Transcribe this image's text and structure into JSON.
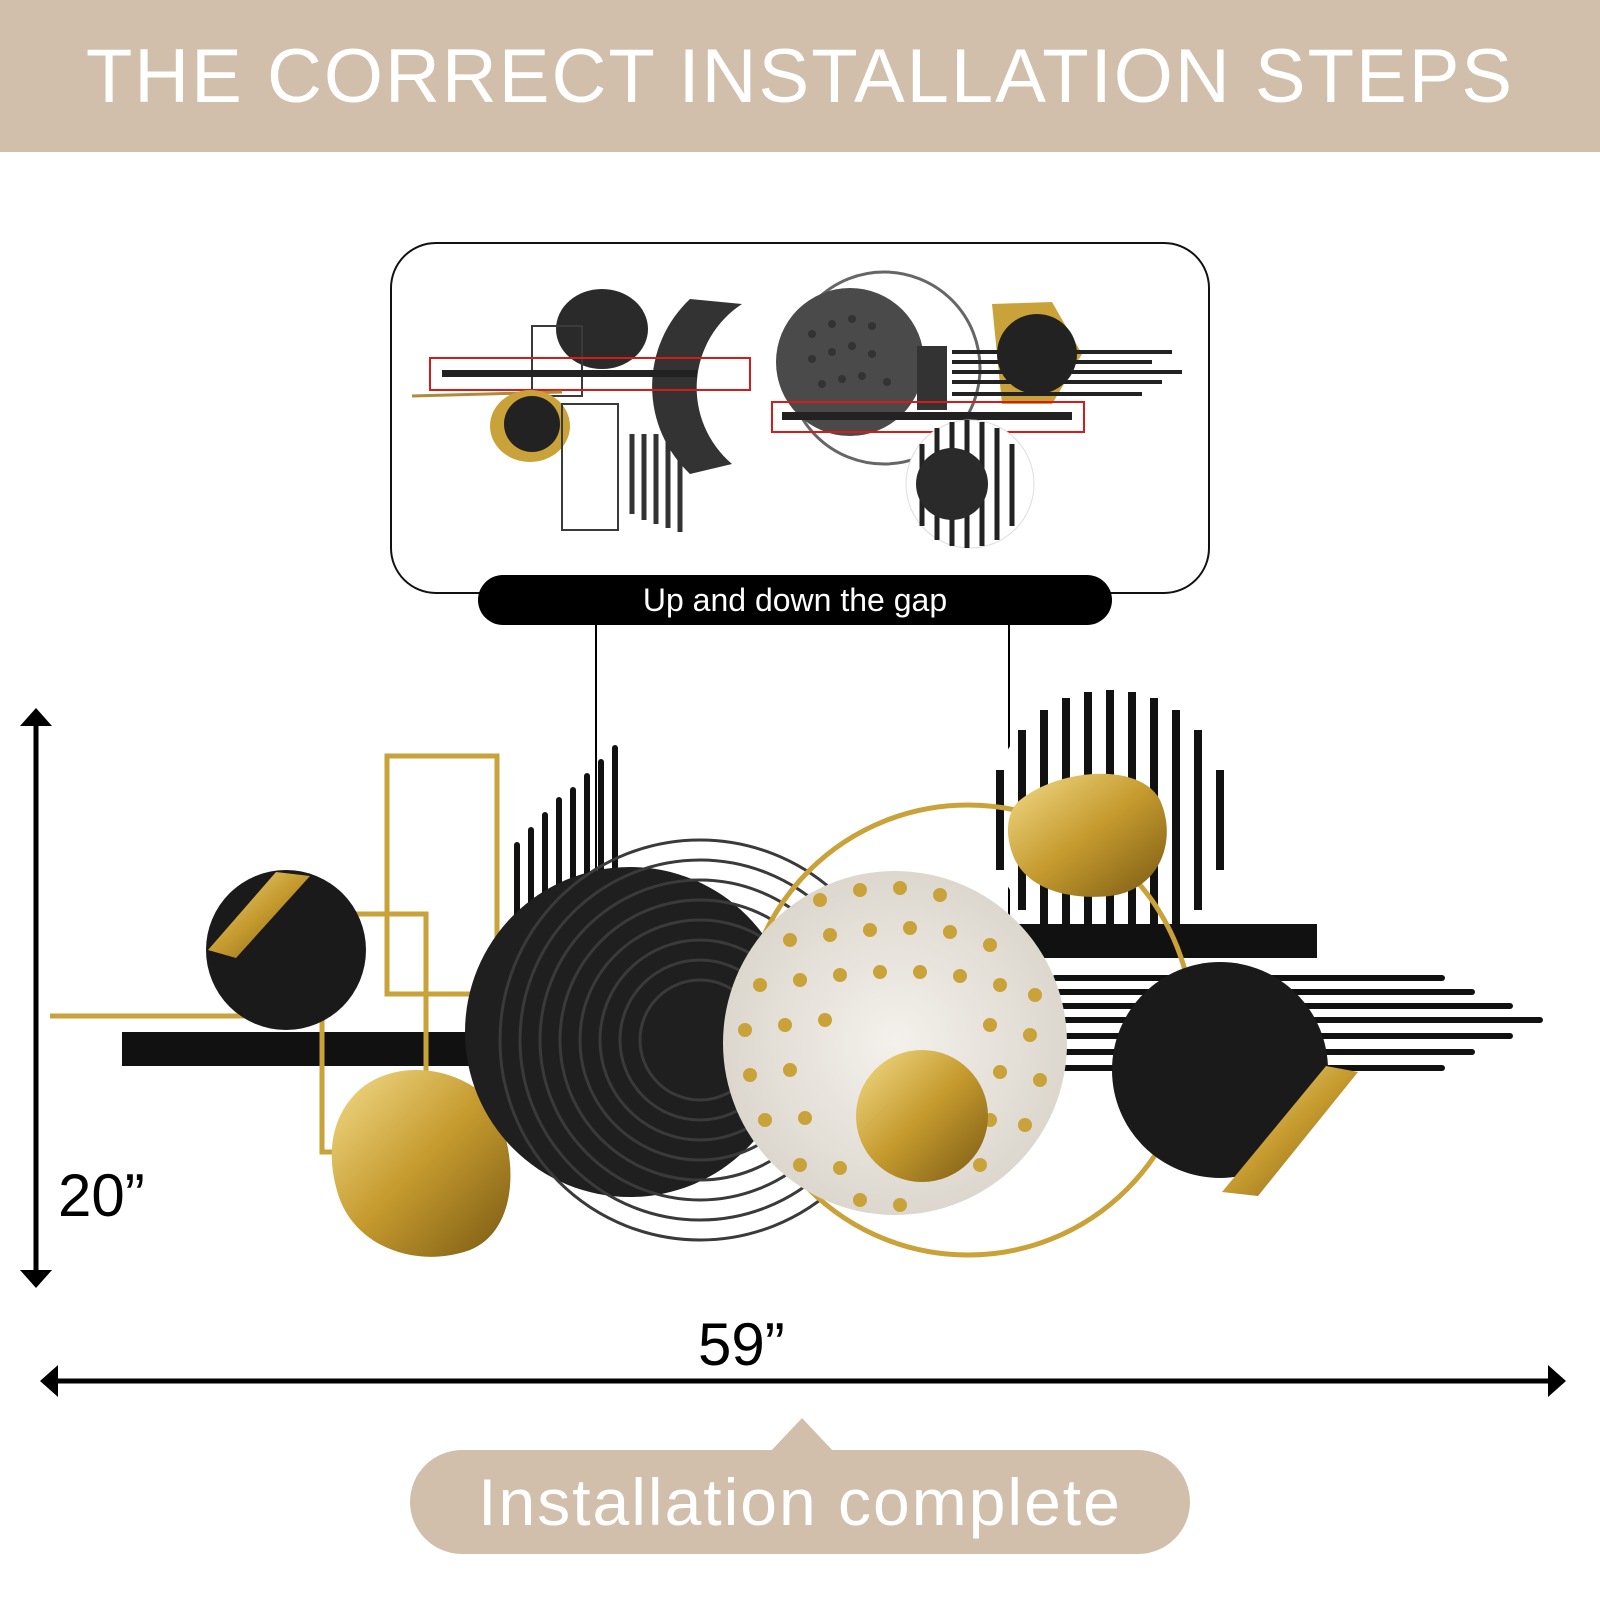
{
  "header": {
    "title": "THE CORRECT INSTALLATION STEPS"
  },
  "detail": {
    "caption": "Up and down the gap"
  },
  "dimensions": {
    "height": "20”",
    "width": "59”"
  },
  "footer": {
    "status": "Installation complete"
  },
  "colors": {
    "banner": "#d2bfab",
    "gold": "#c9a23a",
    "black": "#1a1a1a",
    "highlight": "#d71a1a"
  }
}
